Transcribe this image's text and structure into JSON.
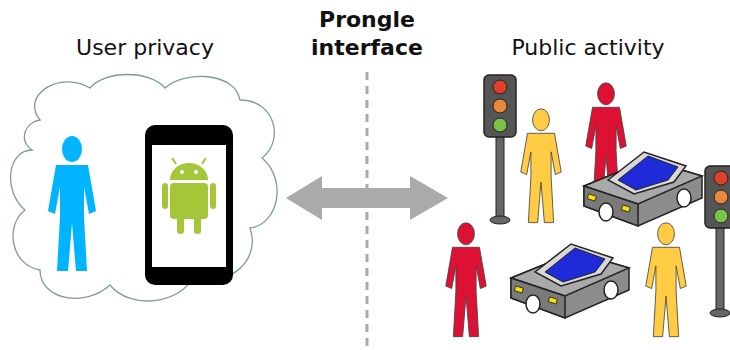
{
  "diagram": {
    "labels": [
      "User privacy",
      "Prongle interface",
      "Public activity"
    ]
  }
}
